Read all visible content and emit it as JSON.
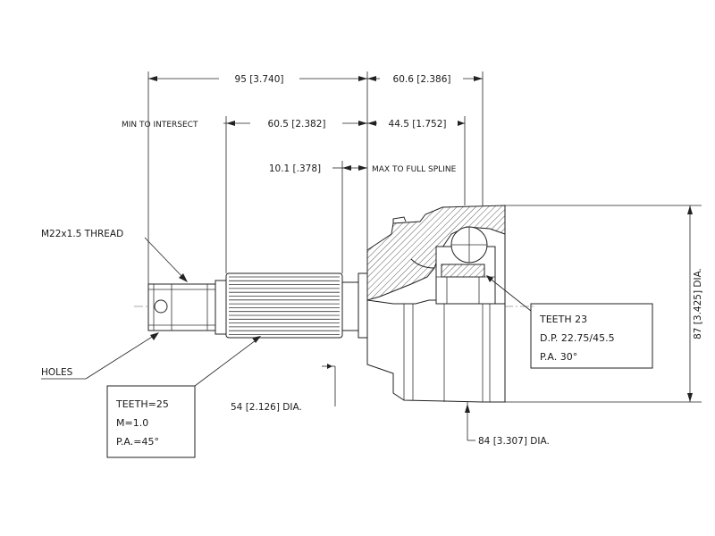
{
  "dimensions": {
    "overall_shaft": "95 [3.740]",
    "overall_joint": "60.6 [2.386]",
    "min_to_intersect_label": "MIN TO INTERSECT",
    "min_to_intersect_value": "60.5 [2.382]",
    "joint_depth": "44.5 [1.752]",
    "spline_length": "10.1 [.378]",
    "max_to_full_spline": "MAX TO FULL SPLINE",
    "stub_dia": "54 [2.126] DIA.",
    "housing_dia": "84 [3.307] DIA.",
    "height_dia": "87 [3.425] DIA."
  },
  "callouts": {
    "thread": "M22x1.5 THREAD",
    "holes": "HOLES"
  },
  "outer_spline_box": {
    "line1": "TEETH=25",
    "line2": "M=1.0",
    "line3": "P.A.=45°"
  },
  "inner_spline_box": {
    "line1": "TEETH 23",
    "line2": "D.P. 22.75/45.5",
    "line3": "P.A. 30°"
  }
}
